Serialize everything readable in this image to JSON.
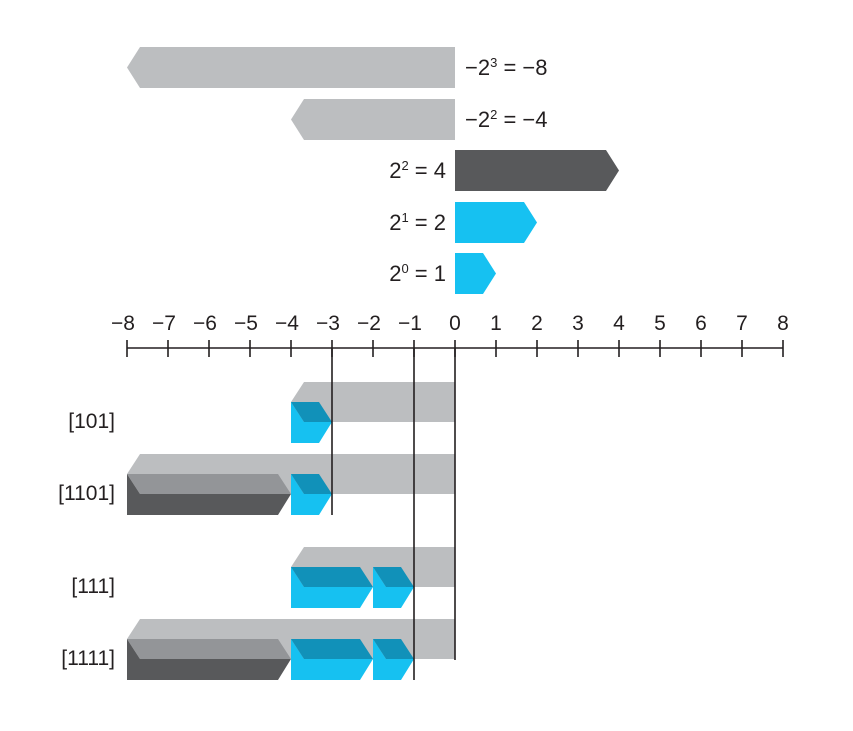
{
  "colors": {
    "light_gray": "#bcbec0",
    "mid_gray": "#939598",
    "dark_gray": "#58595b",
    "cyan": "#16c1f1",
    "dark_cyan": "#1191b9",
    "axis": "#231f20"
  },
  "weights": [
    {
      "value": -8,
      "base": "−2",
      "exp": "3",
      "rest": " = −8",
      "color": "light_gray",
      "side": "right"
    },
    {
      "value": -4,
      "base": "−2",
      "exp": "2",
      "rest": " = −4",
      "color": "light_gray",
      "side": "right"
    },
    {
      "value": 4,
      "base": "2",
      "exp": "2",
      "rest": " = 4",
      "color": "dark_gray",
      "side": "left"
    },
    {
      "value": 2,
      "base": "2",
      "exp": "1",
      "rest": " = 2",
      "color": "cyan",
      "side": "left"
    },
    {
      "value": 1,
      "base": "2",
      "exp": "0",
      "rest": " = 1",
      "color": "cyan",
      "side": "left"
    }
  ],
  "axis": {
    "min": -8,
    "max": 8,
    "ticks": [
      "−8",
      "−7",
      "−6",
      "−5",
      "−4",
      "−3",
      "−2",
      "−1",
      "0",
      "1",
      "2",
      "3",
      "4",
      "5",
      "6",
      "7",
      "8"
    ]
  },
  "rows": [
    {
      "label": "[101]",
      "total": -3,
      "blocks": [
        {
          "from": -4,
          "to": -3,
          "kind": "cyan"
        }
      ]
    },
    {
      "label": "[1101]",
      "total": -3,
      "blocks": [
        {
          "from": -8,
          "to": -4,
          "kind": "gray"
        },
        {
          "from": -4,
          "to": -3,
          "kind": "cyan"
        }
      ]
    },
    {
      "label": "[111]",
      "total": -1,
      "blocks": [
        {
          "from": -4,
          "to": -2,
          "kind": "cyan"
        },
        {
          "from": -2,
          "to": -1,
          "kind": "cyan"
        }
      ]
    },
    {
      "label": "[1111]",
      "total": -1,
      "blocks": [
        {
          "from": -8,
          "to": -4,
          "kind": "gray"
        },
        {
          "from": -4,
          "to": -2,
          "kind": "cyan"
        },
        {
          "from": -2,
          "to": -1,
          "kind": "cyan"
        }
      ]
    }
  ]
}
